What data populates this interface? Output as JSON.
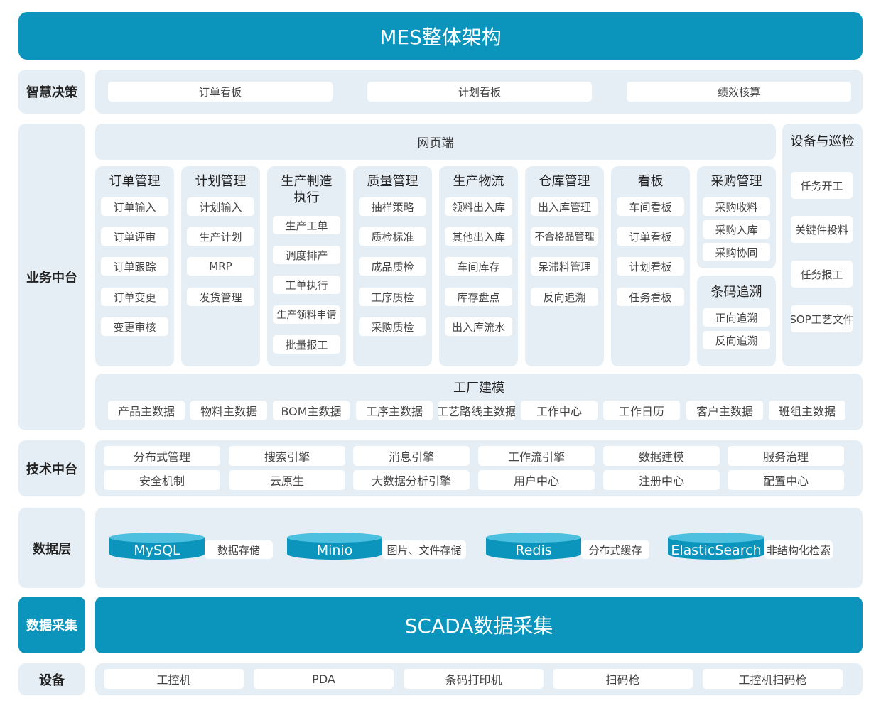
{
  "title": "MES整体架构",
  "accent_color": "#0b95bd",
  "panel_color": "#e6eef5",
  "smart": {
    "label": "智慧决策",
    "items": [
      "订单看板",
      "计划看板",
      "绩效核算"
    ]
  },
  "business": {
    "label": "业务中台",
    "web_label": "网页端",
    "columns": [
      {
        "title": "订单管理",
        "items": [
          "订单输入",
          "订单评审",
          "订单跟踪",
          "订单变更",
          "变更审核"
        ]
      },
      {
        "title": "计划管理",
        "items": [
          "计划输入",
          "生产计划",
          "MRP",
          "发货管理"
        ]
      },
      {
        "title": "生产制造执行",
        "items": [
          "生产工单",
          "调度排产",
          "工单执行",
          "生产领料申请",
          "批量报工"
        ]
      },
      {
        "title": "质量管理",
        "items": [
          "抽样策略",
          "质检标准",
          "成品质检",
          "工序质检",
          "采购质检"
        ]
      },
      {
        "title": "生产物流",
        "items": [
          "领料出入库",
          "其他出入库",
          "车间库存",
          "库存盘点",
          "出入库流水"
        ]
      },
      {
        "title": "仓库管理",
        "items": [
          "出入库管理",
          "不合格品管理",
          "呆滞料管理",
          "反向追溯"
        ]
      },
      {
        "title": "看板",
        "items": [
          "车间看板",
          "订单看板",
          "计划看板",
          "任务看板"
        ]
      }
    ],
    "purchase": {
      "title": "采购管理",
      "items": [
        "采购收料",
        "采购入库",
        "采购协同"
      ]
    },
    "trace": {
      "title": "条码追溯",
      "items": [
        "正向追溯",
        "反向追溯"
      ]
    },
    "inspection": {
      "title": "设备与巡检",
      "items": [
        "任务开工",
        "关键件投料",
        "任务报工",
        "SOP工艺文件"
      ]
    },
    "factory": {
      "title": "工厂建模",
      "items": [
        "产品主数据",
        "物料主数据",
        "BOM主数据",
        "工序主数据",
        "工艺路线主数据",
        "工作中心",
        "工作日历",
        "客户主数据",
        "班组主数据"
      ]
    }
  },
  "tech": {
    "label": "技术中台",
    "row1": [
      "分布式管理",
      "搜索引擎",
      "消息引擎",
      "工作流引擎",
      "数据建模",
      "服务治理"
    ],
    "row2": [
      "安全机制",
      "云原生",
      "大数据分析引擎",
      "用户中心",
      "注册中心",
      "配置中心"
    ]
  },
  "data_layer": {
    "label": "数据层",
    "stores": [
      {
        "name": "MySQL",
        "desc": "数据存储"
      },
      {
        "name": "Minio",
        "desc": "图片、文件存储"
      },
      {
        "name": "Redis",
        "desc": "分布式缓存"
      },
      {
        "name": "ElasticSearch",
        "desc": "非结构化检索"
      }
    ]
  },
  "collection": {
    "label": "数据采集",
    "content": "SCADA数据采集"
  },
  "devices": {
    "label": "设备",
    "items": [
      "工控机",
      "PDA",
      "条码打印机",
      "扫码枪",
      "工控机扫码枪"
    ]
  }
}
